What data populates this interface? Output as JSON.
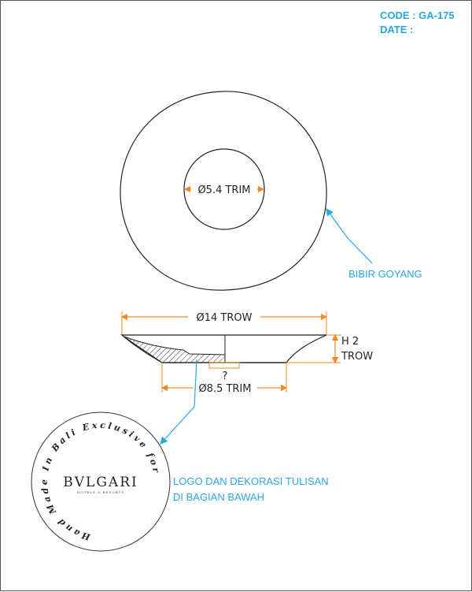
{
  "header": {
    "code_label": "CODE :",
    "code_value": "GA-175",
    "date_label": "DATE :"
  },
  "top_view": {
    "inner_dimension": "Ø5.4 TRIM",
    "rim_callout": "BIBIR GOYANG"
  },
  "section_view": {
    "top_dimension": "Ø14 TROW",
    "height_dimension_line1": "H 2",
    "height_dimension_line2": "TROW",
    "bottom_dimension": "Ø8.5 TRIM",
    "unknown_mark": "?"
  },
  "logo": {
    "brand": "BVLGARI",
    "tagline": "HOTELS & RESORTS",
    "circular_text": "Hand Made In Bali Exclusive for",
    "callout_line1": "LOGO DAN DEKORASI TULISAN",
    "callout_line2": "DI BAGIAN BAWAH"
  },
  "colors": {
    "accent": "#29a8e0",
    "dimension": "#f08a24",
    "line": "#222222"
  }
}
